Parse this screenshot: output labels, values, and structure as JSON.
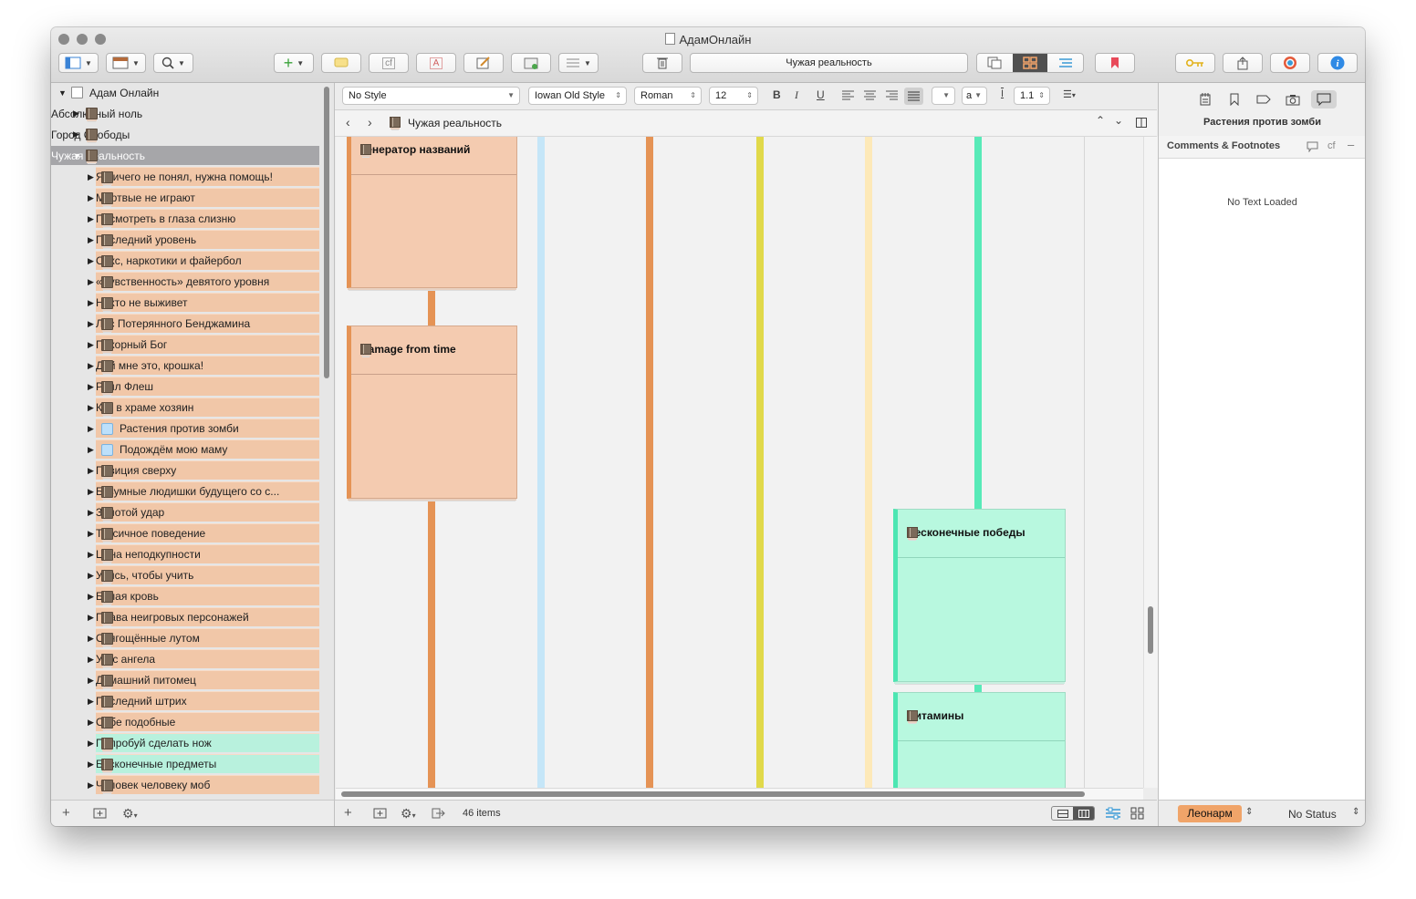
{
  "window": {
    "title": "АдамОнлайн"
  },
  "toolbar": {
    "title_field": "Чужая реальность"
  },
  "binder": {
    "root": "Адам Онлайн",
    "top_items": [
      "Абсолютный ноль",
      "Город Свободы",
      "Чужая реальность"
    ],
    "children": [
      {
        "label": "Я ничего не понял, нужна помощь!",
        "icon": "index-card-icon",
        "color": "#f1c7a8"
      },
      {
        "label": "Мёртвые не играют",
        "icon": "index-card-icon",
        "color": "#f1c7a8"
      },
      {
        "label": "Посмотреть в глаза слизню",
        "icon": "index-card-icon",
        "color": "#f1c7a8"
      },
      {
        "label": "Последний уровень",
        "icon": "index-card-icon",
        "color": "#f1c7a8"
      },
      {
        "label": "Секс, наркотики и файербол",
        "icon": "index-card-icon",
        "color": "#f1c7a8"
      },
      {
        "label": "«Чувственность» девятого уровня",
        "icon": "index-card-icon",
        "color": "#f1c7a8"
      },
      {
        "label": "Никто не выживет",
        "icon": "index-card-icon",
        "color": "#f1c7a8"
      },
      {
        "label": "Лес Потерянного Бенджамина",
        "icon": "index-card-icon",
        "color": "#f1c7a8"
      },
      {
        "label": "Покорный Бог",
        "icon": "index-card-icon",
        "color": "#f1c7a8"
      },
      {
        "label": "Дай мне это, крошка!",
        "icon": "index-card-icon",
        "color": "#f1c7a8"
      },
      {
        "label": "Роял Флеш",
        "icon": "index-card-icon",
        "color": "#f1c7a8"
      },
      {
        "label": "Кто в храме хозяин",
        "icon": "index-card-icon",
        "color": "#f1c7a8"
      },
      {
        "label": "Растения против зомби",
        "icon": "folder-icon",
        "color": "#f1c7a8"
      },
      {
        "label": "Подождём мою маму",
        "icon": "folder-icon",
        "color": "#f1c7a8"
      },
      {
        "label": "Позиция сверху",
        "icon": "index-card-icon",
        "color": "#f1c7a8"
      },
      {
        "label": "Безумные людишки будущего со с...",
        "icon": "index-card-icon",
        "color": "#f1c7a8"
      },
      {
        "label": "Золотой удар",
        "icon": "index-card-icon",
        "color": "#f1c7a8"
      },
      {
        "label": "Токсичное поведение",
        "icon": "index-card-icon",
        "color": "#f1c7a8"
      },
      {
        "label": "Цена неподкупности",
        "icon": "index-card-icon",
        "color": "#f1c7a8"
      },
      {
        "label": "Учись, чтобы учить",
        "icon": "index-card-icon",
        "color": "#f1c7a8"
      },
      {
        "label": "Белая кровь",
        "icon": "index-card-icon",
        "color": "#f1c7a8"
      },
      {
        "label": "Права неигровых персонажей",
        "icon": "index-card-icon",
        "color": "#f1c7a8"
      },
      {
        "label": "Отягощённые лутом",
        "icon": "index-card-icon",
        "color": "#f1c7a8"
      },
      {
        "label": "Укус ангела",
        "icon": "index-card-icon",
        "color": "#f1c7a8"
      },
      {
        "label": "Домашний питомец",
        "icon": "index-card-icon",
        "color": "#f1c7a8"
      },
      {
        "label": "Последний штрих",
        "icon": "index-card-icon",
        "color": "#f1c7a8"
      },
      {
        "label": "Себе подобные",
        "icon": "index-card-icon",
        "color": "#f1c7a8"
      },
      {
        "label": "Попробуй сделать нож",
        "icon": "index-card-icon",
        "color": "#b8f1dd"
      },
      {
        "label": "Бесконечные предметы",
        "icon": "index-card-icon",
        "color": "#b8f1dd"
      },
      {
        "label": "Человек человеку моб",
        "icon": "index-card-icon",
        "color": "#f1c7a8"
      }
    ]
  },
  "format_bar": {
    "style": "No Style",
    "font": "Iowan Old Style",
    "typeface": "Roman",
    "size": "12",
    "bold": "B",
    "italic": "I",
    "underline": "U",
    "text_color": "a",
    "line_spacing": "1.1"
  },
  "path_bar": {
    "title": "Чужая реальность"
  },
  "lanes": [
    {
      "color": "#e59355"
    },
    {
      "color": "#c5e6f8"
    },
    {
      "color": "#e59355"
    },
    {
      "color": "#e1d94a"
    },
    {
      "color": "#fde9b8"
    },
    {
      "color": "#58eab8"
    }
  ],
  "cards": [
    {
      "title": "Генератор названий",
      "color": "#f4cbb0"
    },
    {
      "title": "Damage from time",
      "color": "#f4cbb0"
    },
    {
      "title": "Бесконечные победы",
      "color": "#b8f8df"
    },
    {
      "title": "Витамины",
      "color": "#b8f8df"
    }
  ],
  "footer": {
    "item_count": "46 items"
  },
  "inspector": {
    "doc_title": "Растения против зомби",
    "section": "Comments & Footnotes",
    "cf": "cf",
    "empty": "No Text Loaded",
    "label": "Леонарм",
    "label_color": "#f0a469",
    "status": "No Status"
  }
}
